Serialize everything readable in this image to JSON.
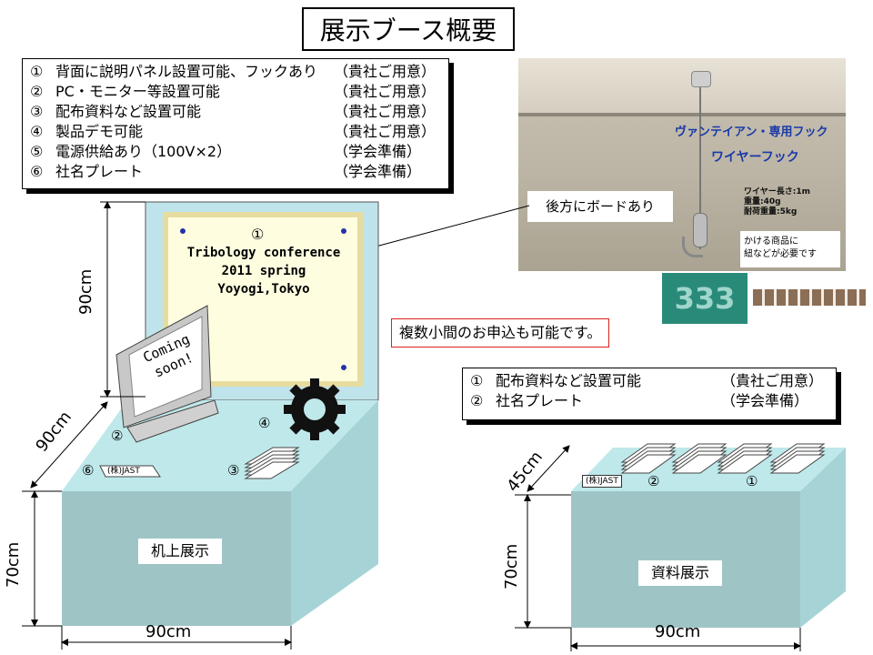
{
  "title": "展示ブース概要",
  "items_main": [
    {
      "num": "①",
      "text": "背面に説明パネル設置可能、フックあり",
      "owner": "（貴社ご用意）"
    },
    {
      "num": "②",
      "text": "PC・モニター等設置可能",
      "owner": "（貴社ご用意）"
    },
    {
      "num": "③",
      "text": "配布資料など設置可能",
      "owner": "（貴社ご用意）"
    },
    {
      "num": "④",
      "text": "製品デモ可能",
      "owner": "（貴社ご用意）"
    },
    {
      "num": "⑤",
      "text": "電源供給あり（100V×2）",
      "owner": "（学会準備）"
    },
    {
      "num": "⑥",
      "text": "社名プレート",
      "owner": "（学会準備）"
    }
  ],
  "items_sub": [
    {
      "num": "①",
      "text": "配布資料など設置可能",
      "owner": "（貴社ご用意）"
    },
    {
      "num": "②",
      "text": "社名プレート",
      "owner": "（学会準備）"
    }
  ],
  "board": {
    "marker": "①",
    "line1": "Tribology conference",
    "line2": "2011 spring",
    "line3": "Yoyogi,Tokyo"
  },
  "monitor_text": "Coming soon!",
  "board_behind_note": "後方にボードあり",
  "multi_booth_note": "複数小間のお申込も可能です。",
  "photo": {
    "hook_label": "ヴァンテイアン・専用フック",
    "wire_label": "ワイヤーフック",
    "spec_line1": "ワイヤー長さ:1m",
    "spec_line2": "重量:40g",
    "spec_line3": "耐荷重量:5kg",
    "hang_note_line1": "かける商品に",
    "hang_note_line2": "紐などが必要です"
  },
  "left_booth": {
    "label": "机上展示",
    "height_board": "90cm",
    "depth": "90cm",
    "height_table": "70cm",
    "width": "90cm",
    "marker_pc": "②",
    "marker_demo": "④",
    "marker_docs": "③",
    "marker_plate": "⑥",
    "plate_text": "(株)JAST"
  },
  "right_booth": {
    "label": "資料展示",
    "depth": "45cm",
    "height_table": "70cm",
    "width": "90cm",
    "marker_plate": "②",
    "marker_docs": "①",
    "plate_text": "(株)JAST"
  },
  "colors": {
    "table_front": "#9fc4c6",
    "table_top": "#bfe8ea",
    "board_bg": "#bfe3ea",
    "poster_bg": "#fffde0",
    "poster_border": "#e6dca0"
  }
}
